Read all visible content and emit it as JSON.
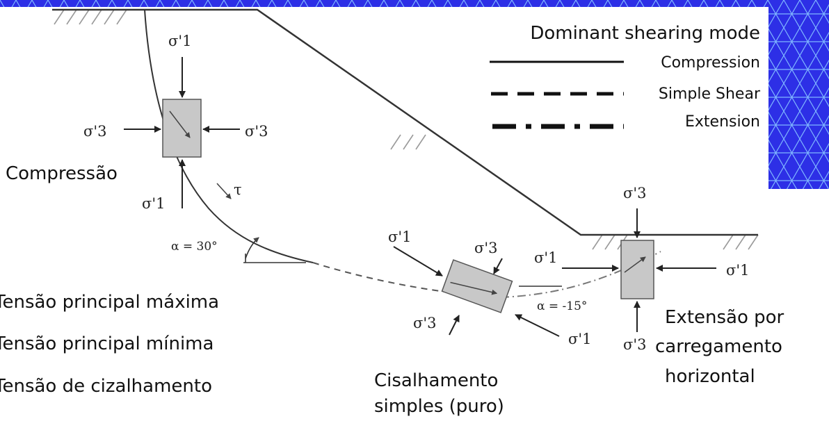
{
  "legend": {
    "title": "Dominant shearing mode",
    "compression": "Compression",
    "simple_shear": "Simple Shear",
    "extension": "Extension"
  },
  "stress_symbols": {
    "sigma1": "σ'1",
    "sigma3": "σ'3",
    "tau": "τ"
  },
  "angles": {
    "alpha_top": "α = 30°",
    "alpha_bottom": "α = -15°"
  },
  "zones": {
    "compression": "Compressão",
    "shear_line1": "Cisalhamento",
    "shear_line2": "simples (puro)",
    "extension_line1": "Extensão por",
    "extension_line2": "carregamento",
    "extension_line3": "horizontal"
  },
  "definitions": {
    "max": "Tensão principal máxima",
    "min": "Tensão principal mínima",
    "shear": "Tensão de cizalhamento"
  },
  "colors": {
    "background_pattern": "#2d2fe6",
    "pattern_lines": "#7fb6ff",
    "element_fill": "#c8c8c8",
    "line": "#333333"
  }
}
